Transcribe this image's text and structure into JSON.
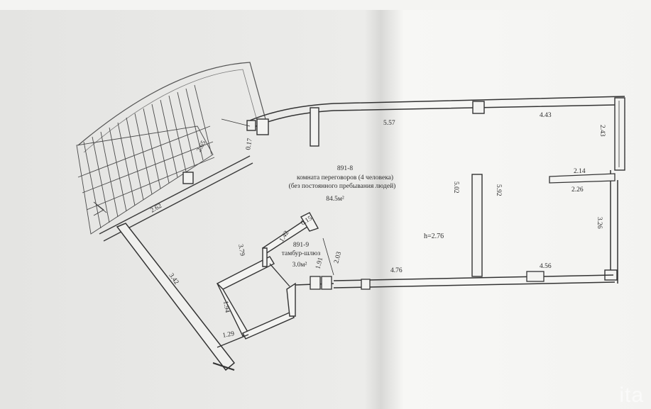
{
  "plan": {
    "main_room": {
      "number": "891-8",
      "name": "комната переговоров (4 человека)",
      "note": "(без постоянного пребывания людей)",
      "area": "84.5м²"
    },
    "vestibule": {
      "number": "891-9",
      "name": "тамбур-шлюз",
      "area": "3.0м²"
    },
    "ceiling_height": "h=2.76",
    "dimensions": {
      "d557": "5.57",
      "d443": "4.43",
      "d243": "2.43",
      "d214": "2.14",
      "d226": "2.26",
      "d502": "5.02",
      "d592": "5.92",
      "d326": "3.26",
      "d476": "4.76",
      "d456": "4.56",
      "d265": "2.65",
      "d262": "2.62",
      "d342": "3.42",
      "d017": "0.17",
      "d015": "0.15",
      "d142": "1.42",
      "d379": "3.79",
      "d203": "2.03",
      "d191": "1.91",
      "d194": "1.94",
      "d129": "1.29"
    }
  },
  "watermark": "ita",
  "colors": {
    "paper_left": "#e9e9e7",
    "paper_right": "#f6f6f4",
    "wall": "#383838"
  }
}
